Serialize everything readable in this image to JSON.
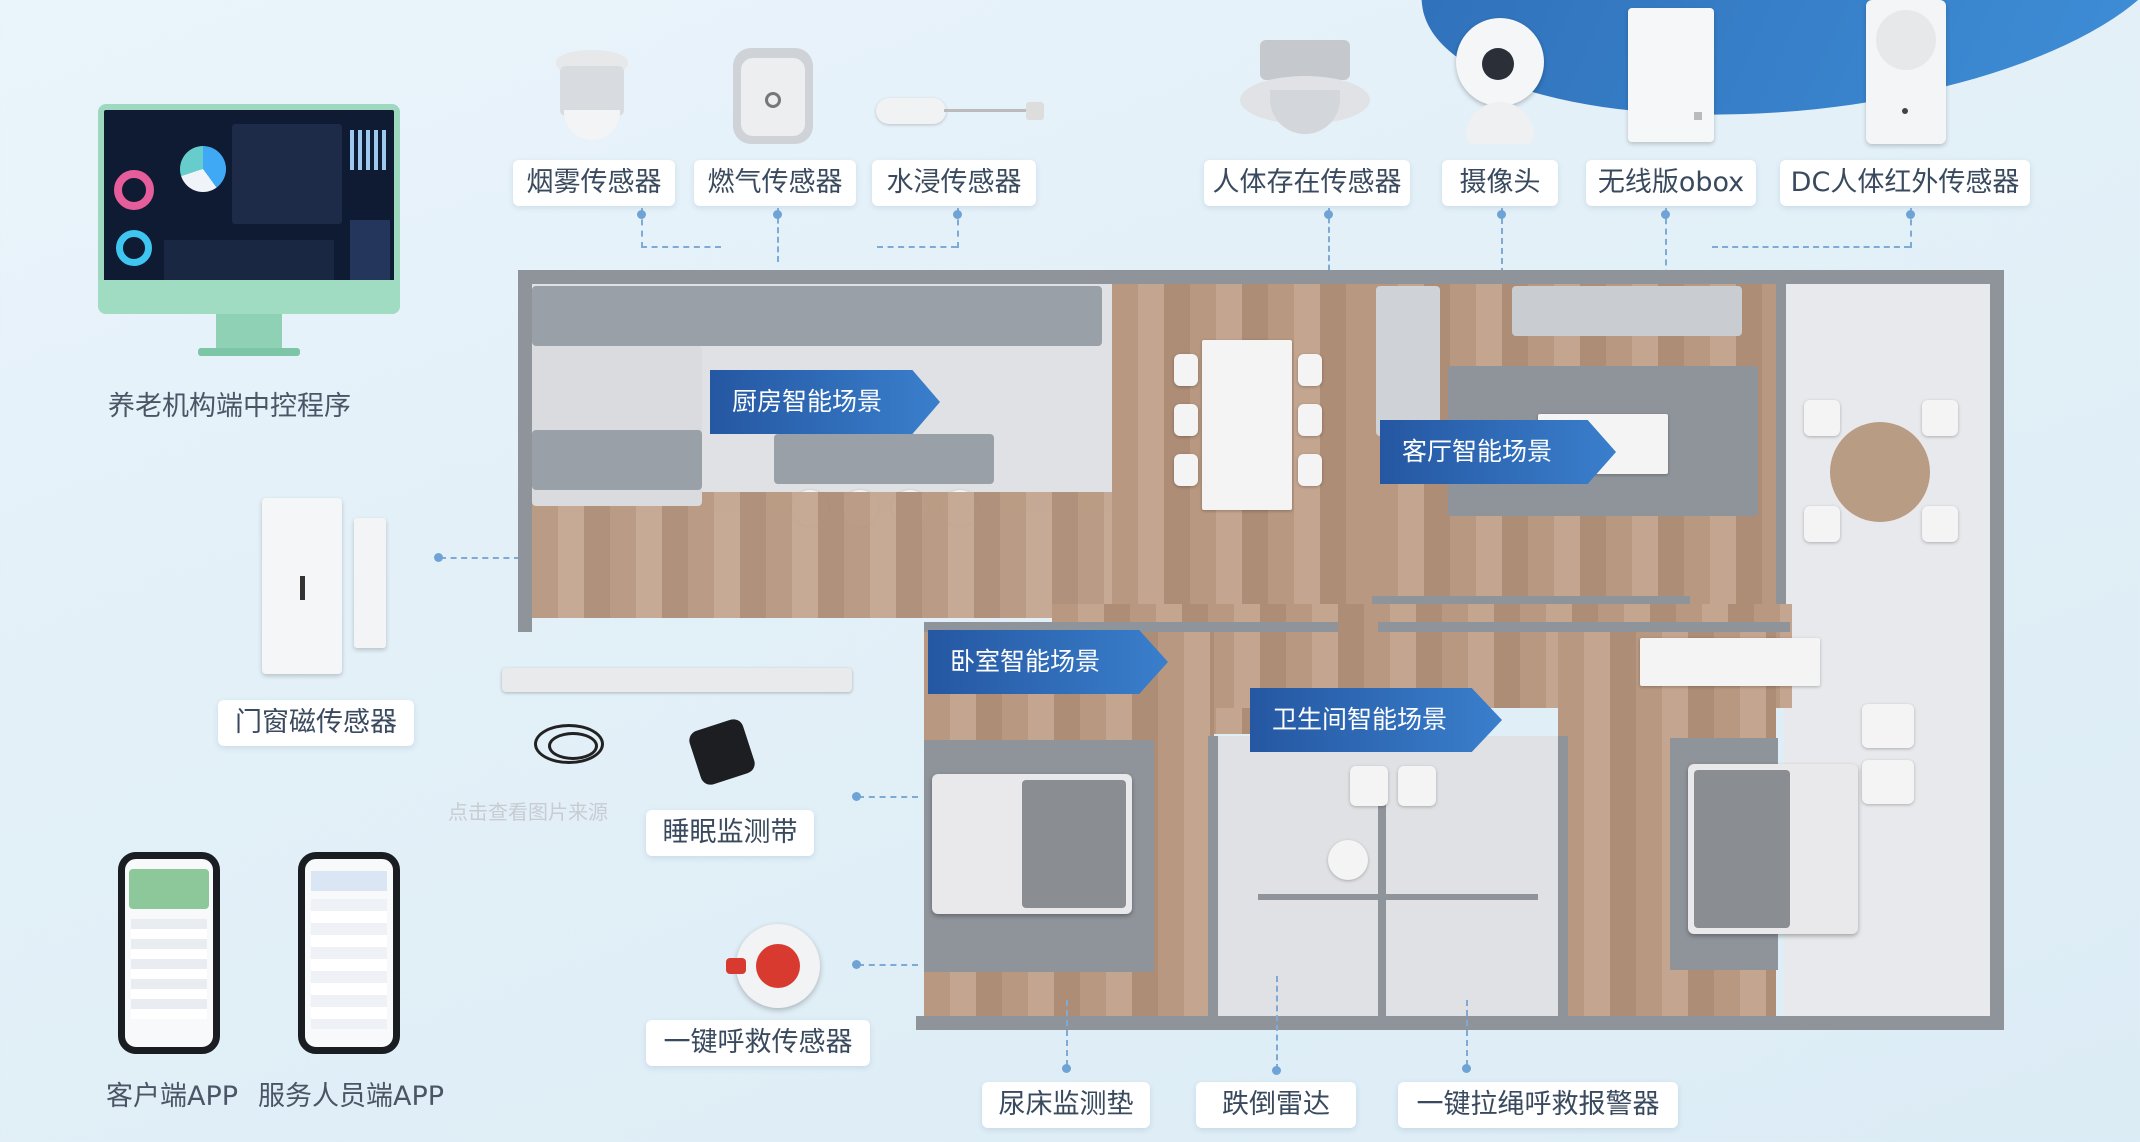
{
  "central_program": {
    "label": "养老机构端中控程序"
  },
  "top_sensors": [
    {
      "label": "烟雾传感器",
      "icon": "smoke-sensor-icon"
    },
    {
      "label": "燃气传感器",
      "icon": "gas-sensor-icon"
    },
    {
      "label": "水浸传感器",
      "icon": "water-leak-sensor-icon"
    },
    {
      "label": "人体存在传感器",
      "icon": "presence-sensor-icon"
    },
    {
      "label": "摄像头",
      "icon": "camera-icon"
    },
    {
      "label": "无线版obox",
      "icon": "obox-icon"
    },
    {
      "label": "DC人体红外传感器",
      "icon": "pir-sensor-icon"
    }
  ],
  "left_devices": {
    "door_sensor": "门窗磁传感器",
    "sleep_belt": "睡眠监测带",
    "sos_button": "一键呼救传感器",
    "watermark": "点击查看图片来源"
  },
  "apps": {
    "customer": "客户端APP",
    "staff": "服务人员端APP"
  },
  "bottom_sensors": {
    "bed_mat": "尿床监测垫",
    "fall_radar": "跌倒雷达",
    "pull_cord": "一键拉绳呼救报警器"
  },
  "scenes": {
    "kitchen": "厨房智能场景",
    "living": "客厅智能场景",
    "bedroom": "卧室智能场景",
    "bathroom": "卫生间智能场景"
  },
  "colors": {
    "accent": "#2557a2",
    "background": "#e3f0f8",
    "connector": "#7faad4"
  }
}
